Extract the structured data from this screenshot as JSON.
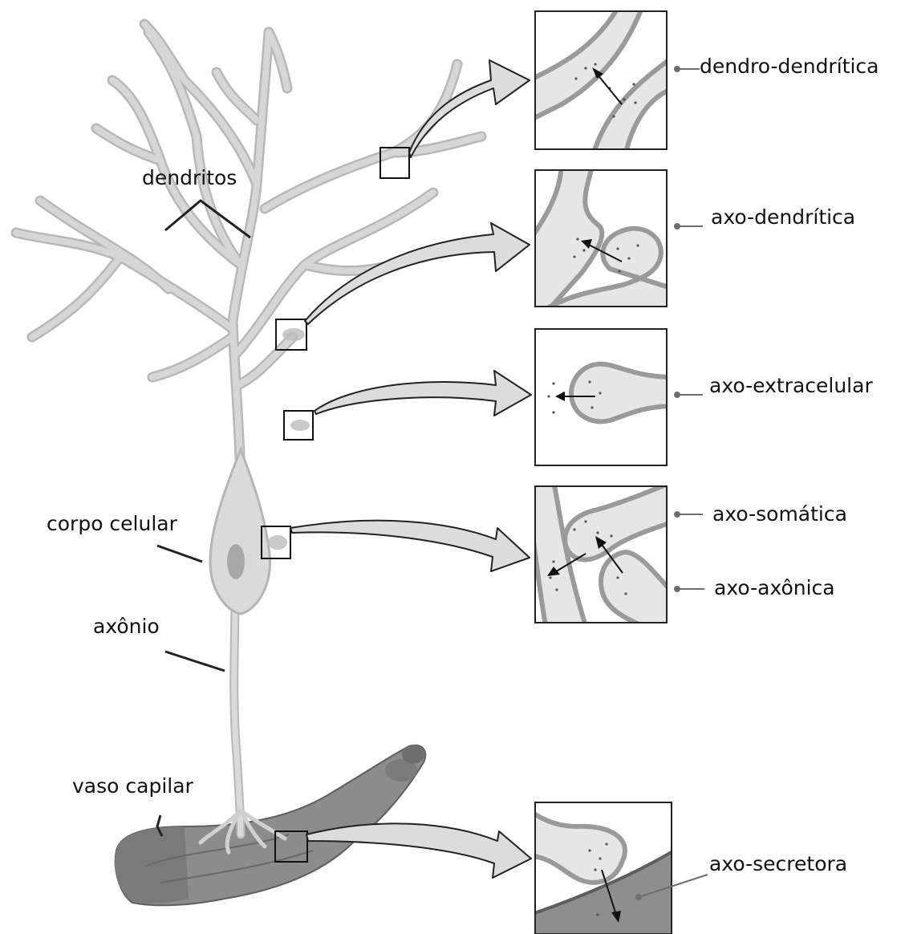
{
  "labels": {
    "dendritos": "dendritos",
    "corpo_celular": "corpo celular",
    "axonio": "axônio",
    "vaso_capilar": "vaso capilar",
    "dendro_dendritica": "dendro-dendrítica",
    "axo_dendritica": "axo-dendrítica",
    "axo_extracelular": "axo-extracelular",
    "axo_somatica": "axo-somática",
    "axo_axonica": "axo-axônica",
    "axo_secretora": "axo-secretora"
  },
  "colors": {
    "neuron_fill": "#d9d9d9",
    "neuron_edge": "#b5b5b5",
    "vessel_fill": "#8c8c8c",
    "vessel_dark": "#5e5e5e",
    "inset_fill": "#e6e6e6",
    "inset_edge": "#9a9a9a",
    "arrow_fill": "#dcdcdc",
    "ink": "#111111"
  }
}
